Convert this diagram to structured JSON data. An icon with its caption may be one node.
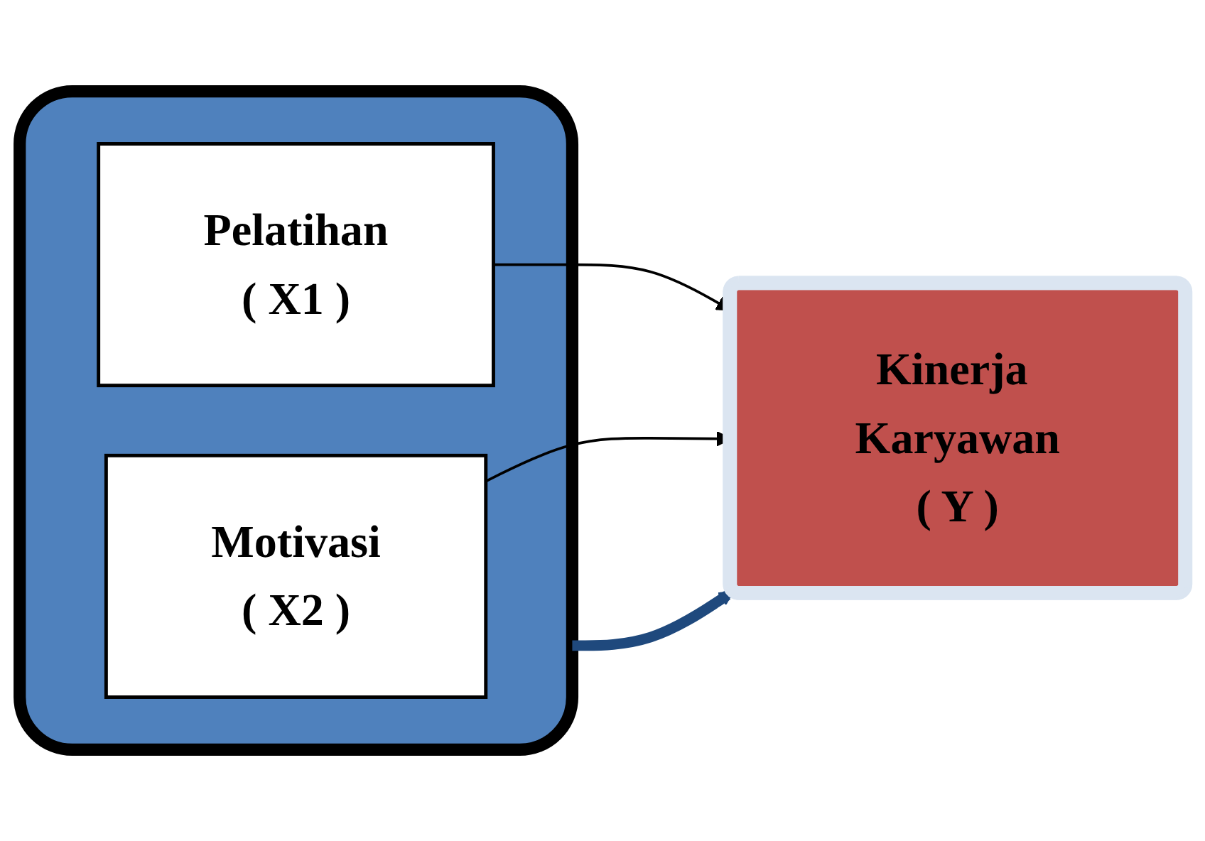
{
  "diagram": {
    "nodes": [
      {
        "text": [],
        "shape": "box"
      },
      {
        "text": [
          "Pelatihan",
          "( X1 )"
        ],
        "in": 0
      },
      {
        "text": [
          "Motivasi",
          "( X2 )"
        ],
        "in": 0
      },
      {
        "text": [
          "Kinerja Karyawan",
          "( Y )"
        ]
      }
    ],
    "edges": [
      {
        "from": 1,
        "to": 3,
        "arrow": "to"
      },
      {
        "from": 2,
        "to": 3,
        "arrow": "to"
      },
      {
        "from": 0,
        "to": 3,
        "arrow": "to",
        "style": "thick",
        "color": "#1f497d"
      }
    ]
  }
}
